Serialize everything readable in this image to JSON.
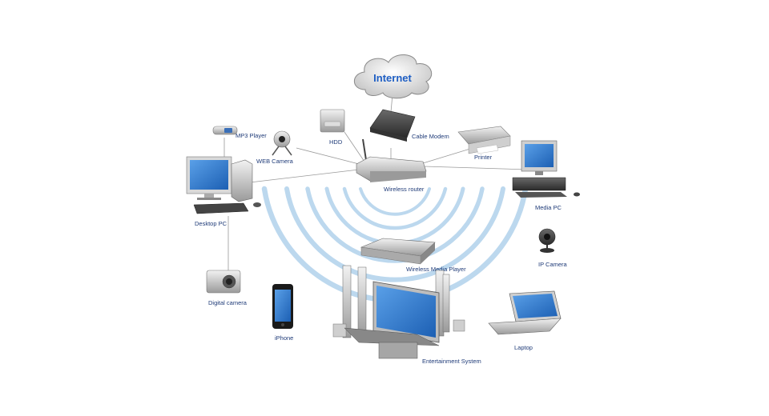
{
  "cloud": {
    "label": "Internet"
  },
  "devices": {
    "cable_modem": "Cable Modem",
    "hdd": "HDD",
    "web_camera": "WEB Camera",
    "mp3_player": "MP3 Player",
    "printer": "Printer",
    "wireless_router": "Wireless router",
    "desktop_pc": "Desktop PC",
    "media_pc": "Media PC",
    "ip_camera": "IP Camera",
    "wireless_media_player": "Wireless Media Player",
    "digital_camera": "Digital camera",
    "iphone": "iPhone",
    "laptop": "Laptop",
    "entertainment_system": "Entertainment System"
  }
}
